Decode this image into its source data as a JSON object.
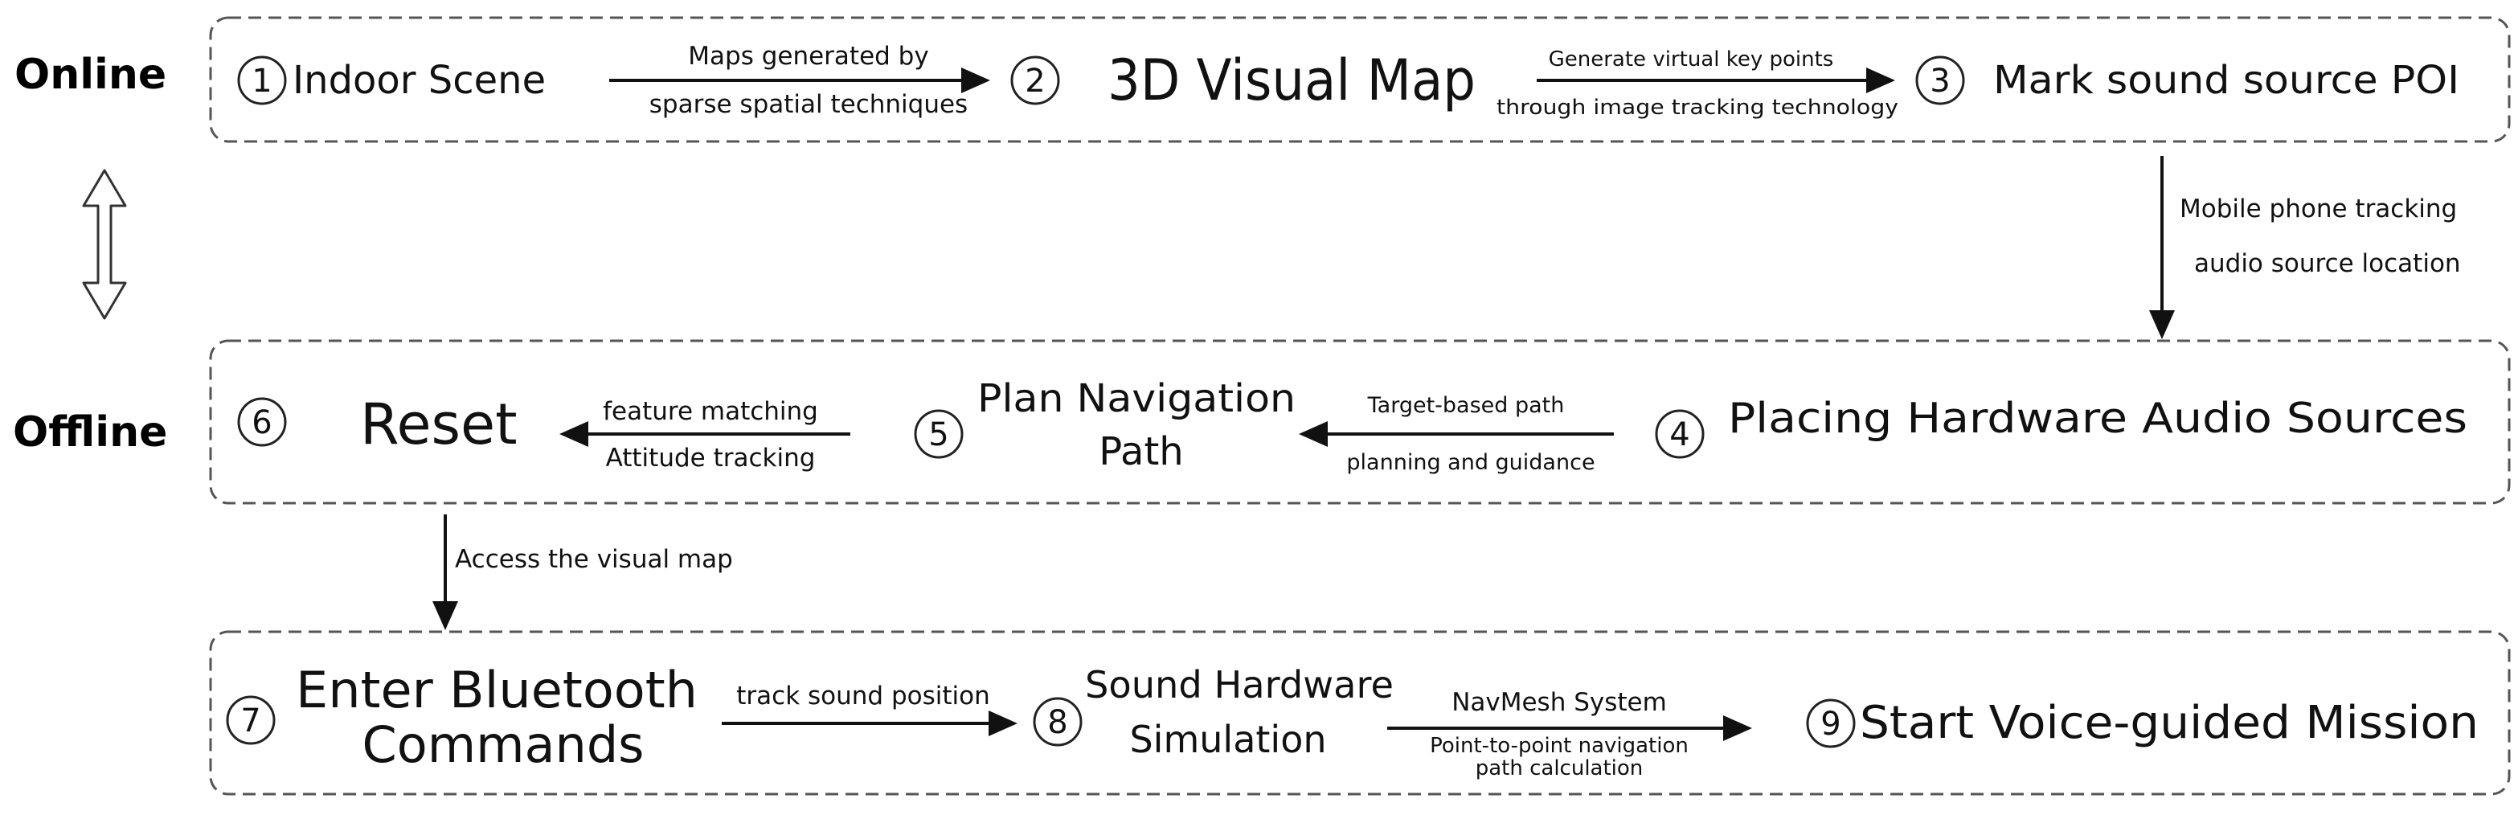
{
  "rows": {
    "online_label": "Online",
    "offline_label": "Offline"
  },
  "steps": {
    "s1": {
      "num": "1",
      "label": "Indoor Scene"
    },
    "s2": {
      "num": "2",
      "label": "3D Visual Map"
    },
    "s3": {
      "num": "3",
      "label": "Mark sound source POI"
    },
    "s4": {
      "num": "4",
      "label": "Placing Hardware Audio Sources"
    },
    "s5": {
      "num": "5",
      "label_line1": "Plan Navigation",
      "label_line2": "Path"
    },
    "s6": {
      "num": "6",
      "label": "Reset"
    },
    "s7": {
      "num": "7",
      "label_line1": "Enter Bluetooth",
      "label_line2": "Commands"
    },
    "s8": {
      "num": "8",
      "label_line1": "Sound Hardware",
      "label_line2": "Simulation"
    },
    "s9": {
      "num": "9",
      "label": "Start Voice-guided Mission"
    }
  },
  "edges": {
    "e1_2": {
      "line1": "Maps generated by",
      "line2": "sparse spatial techniques"
    },
    "e2_3": {
      "line1": "Generate virtual key points",
      "line2": "through image tracking technology"
    },
    "e3_4": {
      "line1": "Mobile phone tracking",
      "line2": "audio source location"
    },
    "e4_5": {
      "line1": "Target-based path",
      "line2": "planning and guidance"
    },
    "e5_6": {
      "line1": "feature matching",
      "line2": "Attitude tracking"
    },
    "e6_7": {
      "line1": "Access the visual map"
    },
    "e7_8": {
      "line1": "track sound position"
    },
    "e8_9": {
      "line1": "NavMesh System",
      "line2": "Point-to-point navigation",
      "line3": "path calculation"
    }
  }
}
